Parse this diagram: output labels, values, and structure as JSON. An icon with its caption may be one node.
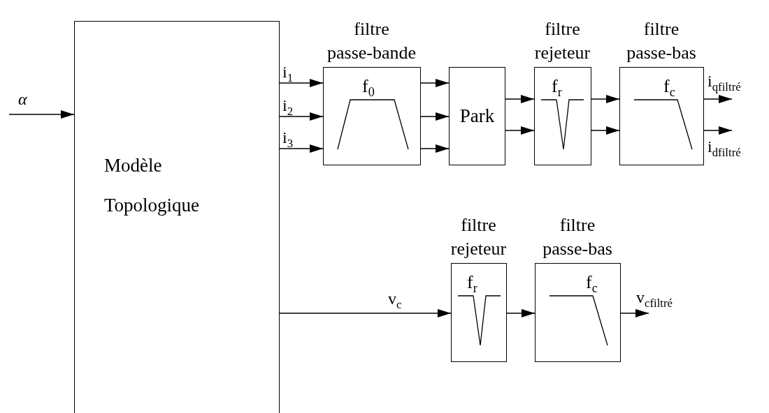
{
  "diagram": {
    "nodes": [
      {
        "text": [
          "Modèle Topologique"
        ]
      },
      {
        "text": [
          "filtre passe-bande",
          "f$_{0}$"
        ]
      },
      {
        "text": [
          "Park"
        ]
      },
      {
        "text": [
          "filtre rejeteur",
          "f$_{r}$"
        ]
      },
      {
        "text": [
          "filtre passe-bas",
          "f$_{c}$"
        ]
      },
      {
        "text": [
          "filtre rejeteur",
          "f$_{r}$"
        ]
      },
      {
        "text": [
          "filtre passe-bas",
          "f$_{c}$"
        ]
      }
    ],
    "edges": [
      {
        "from": null,
        "to": 0,
        "arrow": "to",
        "label": "α"
      },
      {
        "from": 0,
        "to": 1,
        "arrow": "to",
        "label": "i$_{1}$"
      },
      {
        "from": 0,
        "to": 1,
        "arrow": "to",
        "label": "i$_{2}$"
      },
      {
        "from": 0,
        "to": 1,
        "arrow": "to",
        "label": "i$_{3}$"
      },
      {
        "from": 1,
        "to": 2,
        "arrow": "to"
      },
      {
        "from": 1,
        "to": 2,
        "arrow": "to"
      },
      {
        "from": 1,
        "to": 2,
        "arrow": "to"
      },
      {
        "from": 2,
        "to": 3,
        "arrow": "to"
      },
      {
        "from": 2,
        "to": 3,
        "arrow": "to"
      },
      {
        "from": 3,
        "to": 4,
        "arrow": "to"
      },
      {
        "from": 3,
        "to": 4,
        "arrow": "to"
      },
      {
        "from": 4,
        "to": null,
        "arrow": "to",
        "label": "i$_{qfiltré}$"
      },
      {
        "from": 4,
        "to": null,
        "arrow": "to",
        "label": "i$_{dfiltré}$"
      },
      {
        "from": 0,
        "to": 5,
        "arrow": "to",
        "label": "v$_{c}$"
      },
      {
        "from": 5,
        "to": 6,
        "arrow": "to"
      },
      {
        "from": 6,
        "to": null,
        "arrow": "to",
        "label": "v$_{cfiltré}$"
      }
    ]
  }
}
